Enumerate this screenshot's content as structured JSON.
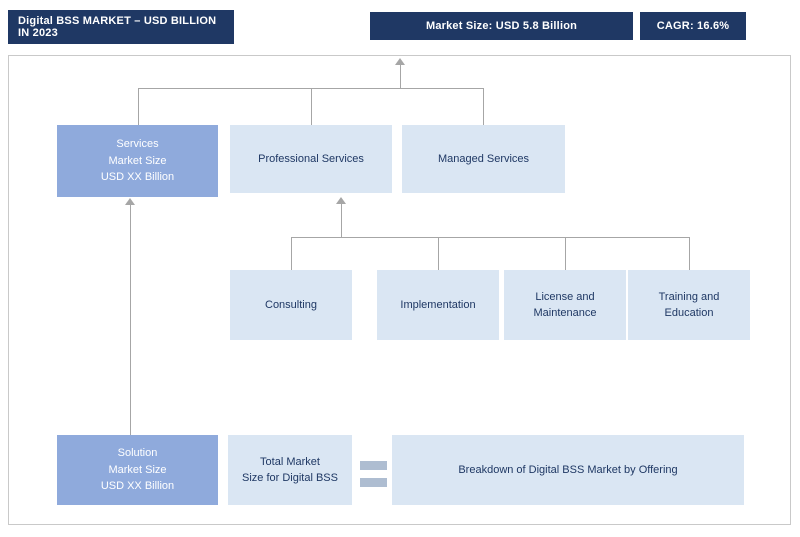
{
  "header": {
    "title": "Digital BSS MARKET – USD BILLION IN 2023",
    "market_size": "Market Size: USD 5.8 Billion",
    "cagr": "CAGR: 16.6%"
  },
  "offering": {
    "services": "Services\nMarket Size\nUSD XX Billion",
    "professional_services": "Professional Services",
    "managed_services": "Managed Services"
  },
  "segments": [
    "Consulting",
    "Implementation",
    "License and\nMaintenance",
    "Training and\nEducation"
  ],
  "bottom": {
    "solution": "Solution\nMarket Size\nUSD XX Billion",
    "total_market": "Total Market\nSize for Digital BSS",
    "breakdown": "Breakdown of Digital BSS Market by Offering"
  },
  "colors": {
    "navy": "#1f3864",
    "medium_blue": "#8faadc",
    "light_blue": "#dae6f3",
    "connector_gray": "#a6a6a6"
  }
}
